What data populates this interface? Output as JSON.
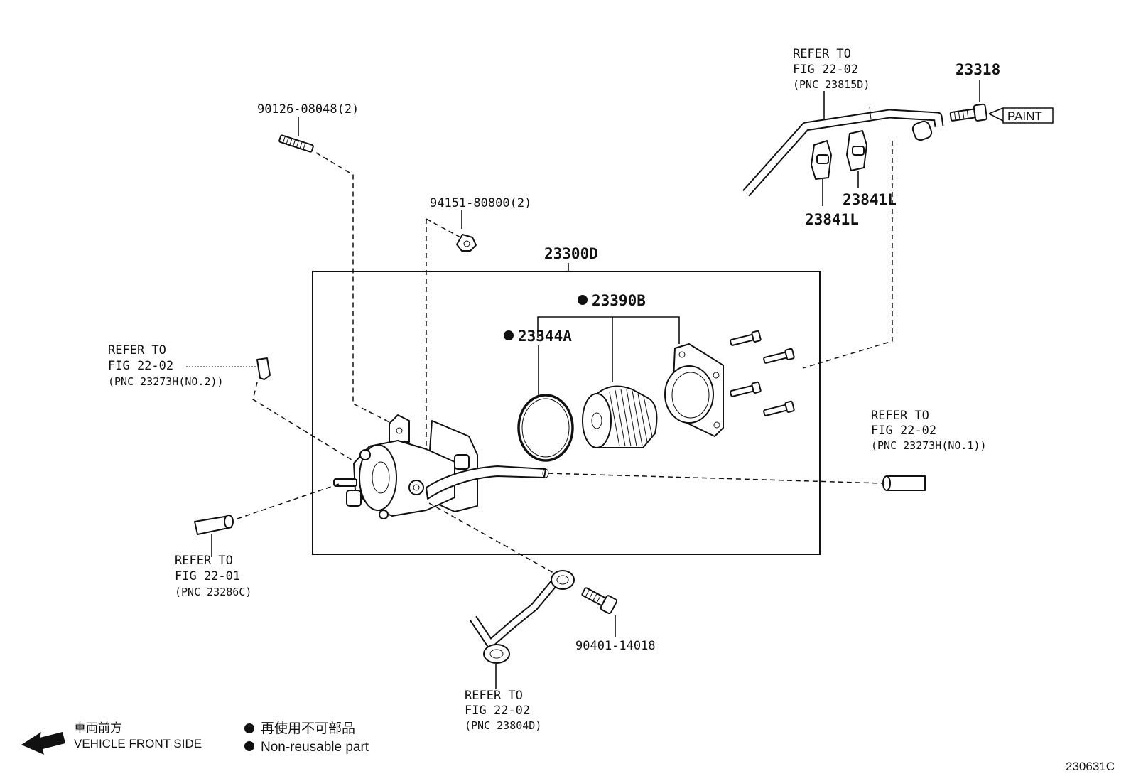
{
  "callouts": {
    "stud": "90126-08048(2)",
    "nut": "94151-80800(2)",
    "assembly": "23300D",
    "filter_element": "23390B",
    "o_ring": "23344A",
    "union_bolt_top": "23318",
    "paint_tag": "PAINT",
    "clamp_right": "23841L",
    "clamp_left": "23841L",
    "union_bolt_bottom": "90401-14018"
  },
  "refers": {
    "top_right": {
      "line1": "REFER TO",
      "line2": "FIG 22-02",
      "line3": "(PNC 23815D)"
    },
    "left_upper": {
      "line1": "REFER TO",
      "line2": "FIG 22-02",
      "line3": "(PNC 23273H(NO.2))"
    },
    "right_middle": {
      "line1": "REFER TO",
      "line2": "FIG 22-02",
      "line3": "(PNC 23273H(NO.1))"
    },
    "left_lower": {
      "line1": "REFER TO",
      "line2": "FIG 22-01",
      "line3": "(PNC 23286C)"
    },
    "bottom": {
      "line1": "REFER TO",
      "line2": "FIG 22-02",
      "line3": "(PNC 23804D)"
    }
  },
  "legend": {
    "front_jp": "車両前方",
    "front_en": "VEHICLE FRONT SIDE",
    "nonreuse_jp": "再使用不可部品",
    "nonreuse_en": "Non-reusable part"
  },
  "figure_id": "230631C"
}
